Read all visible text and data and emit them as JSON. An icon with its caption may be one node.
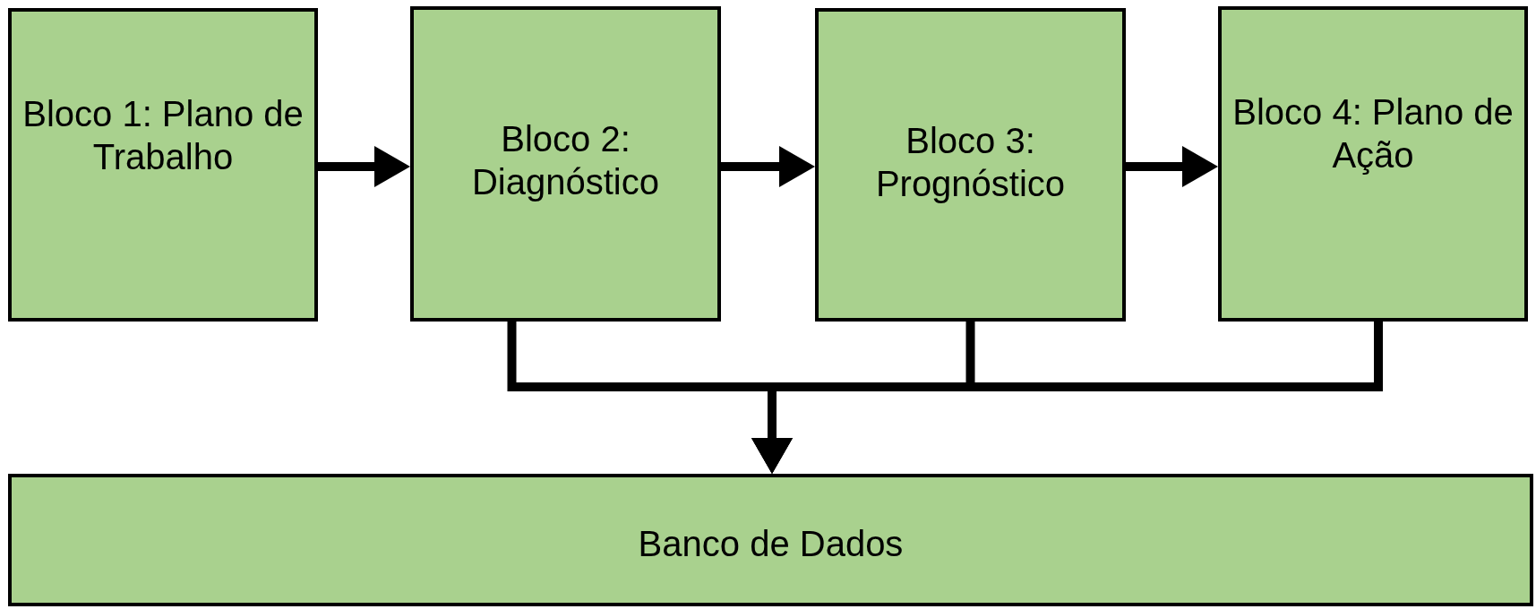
{
  "diagram": {
    "nodes": [
      {
        "text": [
          "Bloco 1: Plano de Trabalho"
        ]
      },
      {
        "text": [
          "Bloco 2: Diagnóstico"
        ]
      },
      {
        "text": [
          "Bloco 3: Prognóstico"
        ]
      },
      {
        "text": [
          "Bloco 4: Plano de Ação"
        ]
      },
      {
        "text": [
          "Banco de Dados"
        ]
      }
    ],
    "edges": [
      {
        "from": 0,
        "to": 1,
        "arrow": "to"
      },
      {
        "from": 1,
        "to": 2,
        "arrow": "to"
      },
      {
        "from": 2,
        "to": 3,
        "arrow": "to"
      },
      {
        "from": 1,
        "to": 4,
        "arrow": "to"
      },
      {
        "from": 2,
        "to": 4,
        "arrow": "to"
      },
      {
        "from": 3,
        "to": 4,
        "arrow": "to"
      }
    ]
  }
}
